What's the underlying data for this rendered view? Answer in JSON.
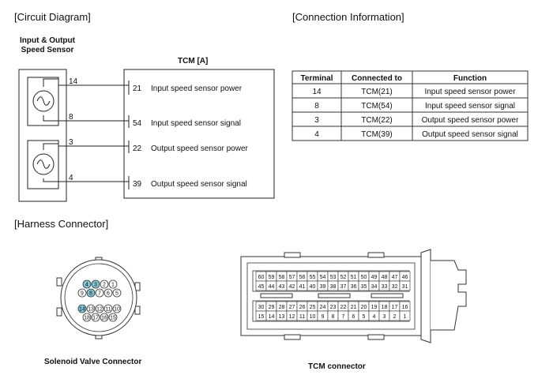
{
  "headers": {
    "circuit": "[Circuit Diagram]",
    "connection": "[Connection Information]",
    "harness": "[Harness Connector]"
  },
  "sensor_label_line1": "Input & Output",
  "sensor_label_line2": "Speed Sensor",
  "tcm_label": "TCM [A]",
  "wires": [
    {
      "terminal": "14",
      "tcm_pin": "21",
      "signal": "Input speed sensor power"
    },
    {
      "terminal": "8",
      "tcm_pin": "54",
      "signal": "Input speed sensor signal"
    },
    {
      "terminal": "3",
      "tcm_pin": "22",
      "signal": "Output speed sensor power"
    },
    {
      "terminal": "4",
      "tcm_pin": "39",
      "signal": "Output speed sensor signal"
    }
  ],
  "table": {
    "headers": [
      "Terminal",
      "Connected to",
      "Function"
    ],
    "rows": [
      [
        "14",
        "TCM(21)",
        "Input speed sensor power"
      ],
      [
        "8",
        "TCM(54)",
        "Input speed sensor signal"
      ],
      [
        "3",
        "TCM(22)",
        "Output speed sensor power"
      ],
      [
        "4",
        "TCM(39)",
        "Output speed sensor signal"
      ]
    ]
  },
  "solenoid_connector": {
    "label": "Solenoid Valve Connector",
    "row1": [
      "4",
      "3",
      "2",
      "1"
    ],
    "row2": [
      "9",
      "8",
      "7",
      "6",
      "5"
    ],
    "row3": [
      "14",
      "13",
      "12",
      "11",
      "10"
    ],
    "row4": [
      "18",
      "17",
      "16",
      "15"
    ],
    "highlighted": [
      "4",
      "3",
      "8",
      "14"
    ],
    "highlight_color": "#7ec8d6"
  },
  "tcm_connector": {
    "label": "TCM connector",
    "row_a": [
      "60",
      "59",
      "58",
      "57",
      "56",
      "55",
      "54",
      "53",
      "52",
      "51",
      "50",
      "49",
      "48",
      "47",
      "46"
    ],
    "row_b": [
      "45",
      "44",
      "43",
      "42",
      "41",
      "40",
      "39",
      "38",
      "37",
      "36",
      "35",
      "34",
      "33",
      "32",
      "31"
    ],
    "row_c": [
      "30",
      "29",
      "28",
      "27",
      "26",
      "25",
      "24",
      "23",
      "22",
      "21",
      "20",
      "19",
      "18",
      "17",
      "16"
    ],
    "row_d": [
      "15",
      "14",
      "13",
      "12",
      "11",
      "10",
      "9",
      "8",
      "7",
      "6",
      "5",
      "4",
      "3",
      "2",
      "1"
    ]
  }
}
